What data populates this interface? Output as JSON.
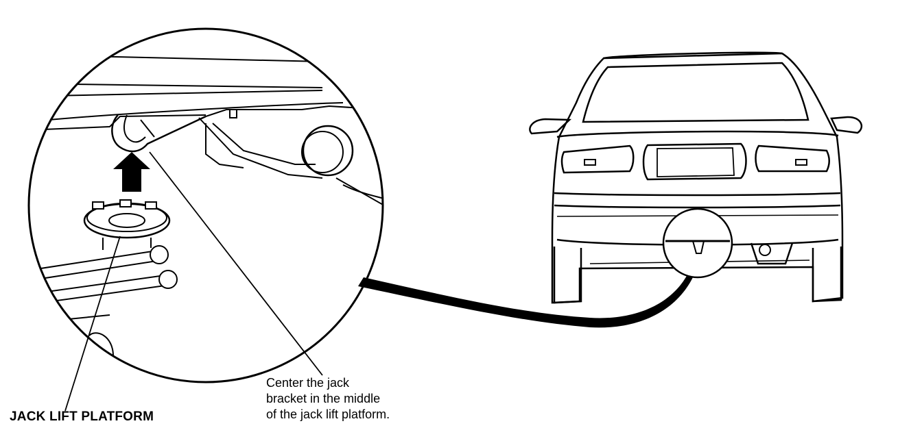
{
  "labels": {
    "jack_lift_platform": "JACK LIFT PLATFORM",
    "instruction_lines": [
      "Center the jack",
      "bracket in the middle",
      "of the jack lift platform."
    ]
  }
}
